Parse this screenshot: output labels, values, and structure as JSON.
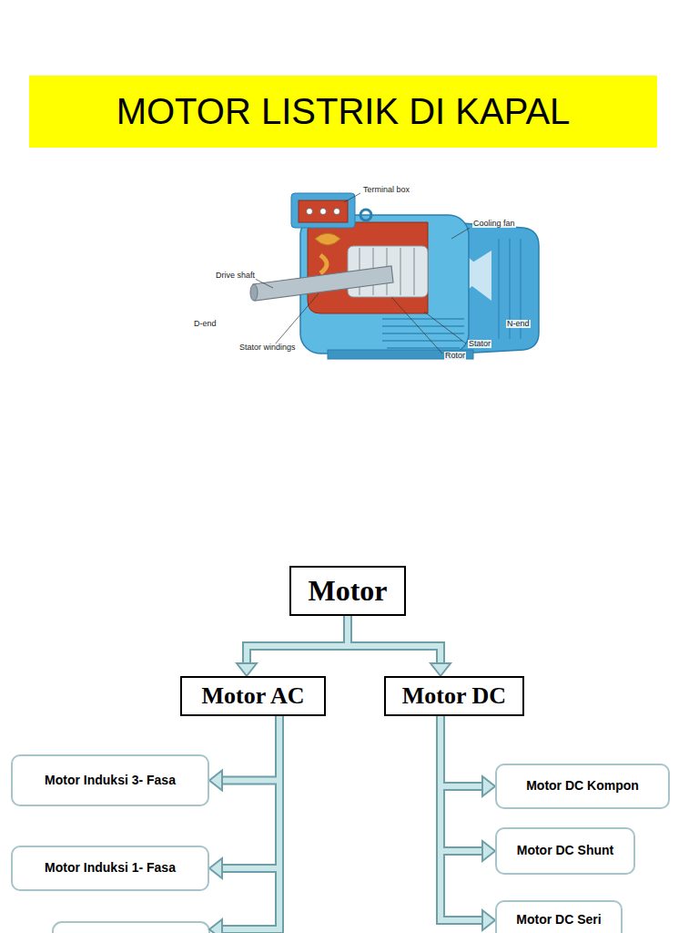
{
  "diagram": {
    "title": "MOTOR LISTRIK DI KAPAL",
    "nodes": [
      {
        "text": [
          "Motor"
        ]
      },
      {
        "text": [
          "Motor AC"
        ]
      },
      {
        "text": [
          "Motor DC"
        ]
      },
      {
        "text": [
          "Motor Induksi 3- Fasa"
        ]
      },
      {
        "text": [
          "Motor DC Kompon"
        ]
      },
      {
        "text": [
          "Motor Induksi 1- Fasa"
        ]
      },
      {
        "text": [
          "Motor DC Shunt"
        ]
      },
      {
        "text": [
          "Motor DC Seri"
        ]
      }
    ],
    "edges": [
      {
        "from": 0,
        "to": 1,
        "arrow": "to"
      },
      {
        "from": 0,
        "to": 2,
        "arrow": "to"
      },
      {
        "from": 1,
        "to": 3,
        "arrow": "to"
      },
      {
        "from": 1,
        "to": 5,
        "arrow": "to"
      },
      {
        "from": 2,
        "to": 4,
        "arrow": "to"
      },
      {
        "from": 2,
        "to": 6,
        "arrow": "to"
      },
      {
        "from": 2,
        "to": 7,
        "arrow": "to"
      }
    ],
    "labels": [
      "Terminal box",
      "Cooling fan",
      "Drive shaft",
      "D-end",
      "N-end",
      "Stator windings",
      "Stator",
      "Rotor"
    ]
  }
}
